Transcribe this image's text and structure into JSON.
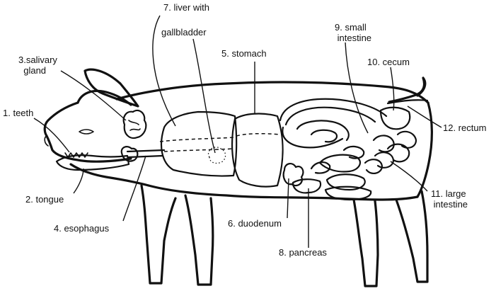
{
  "labels": {
    "teeth": "1. teeth",
    "tongue": "2. tongue",
    "salivary_gland": "3.salivary\n  gland",
    "esophagus": "4. esophagus",
    "stomach": "5. stomach",
    "duodenum": "6. duodenum",
    "liver_line1": "7. liver with",
    "liver_line2": "gallbladder",
    "pancreas": "8. pancreas",
    "small_intestine": "9. small\n intestine",
    "cecum": "10. cecum",
    "large_intestine": "11. large\n intestine",
    "rectum": "12. rectum"
  },
  "colors": {
    "line": "#111111",
    "background": "#ffffff"
  }
}
